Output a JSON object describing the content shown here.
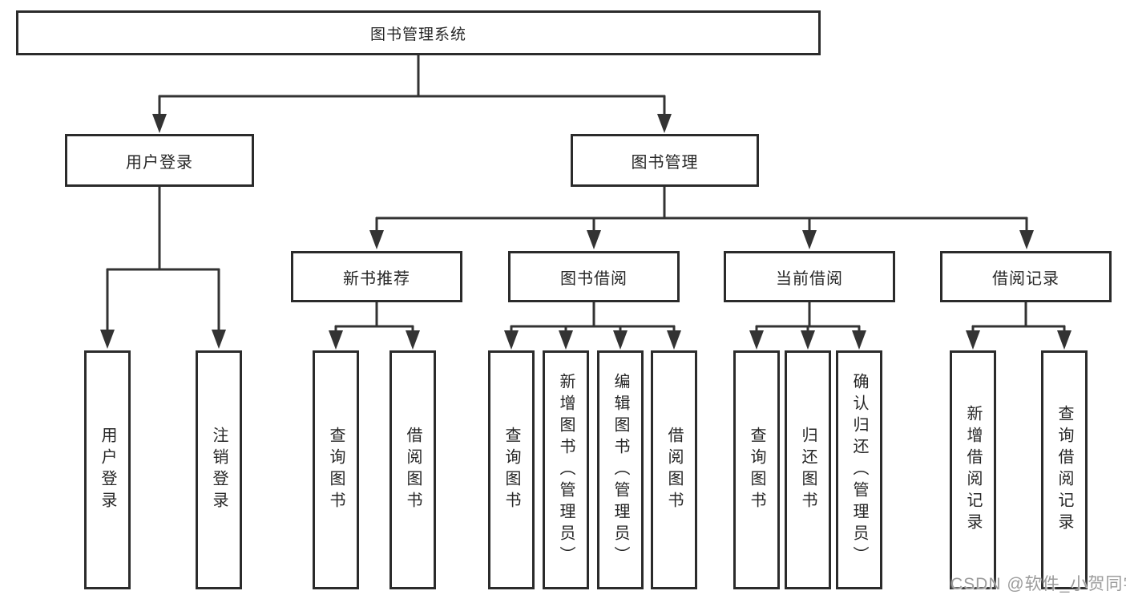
{
  "colors": {
    "background": "#ffffff",
    "line": "#333333",
    "border": "#2b2b2b",
    "text": "#262626",
    "watermark": "#9c9c9c"
  },
  "watermark": "CSDN @软件_小贺同学",
  "tree": {
    "label": "图书管理系统",
    "children": [
      {
        "label": "用户登录",
        "children": [
          {
            "label": "用户登录"
          },
          {
            "label": "注销登录"
          }
        ]
      },
      {
        "label": "图书管理",
        "children": [
          {
            "label": "新书推荐",
            "children": [
              {
                "label": "查询图书"
              },
              {
                "label": "借阅图书"
              }
            ]
          },
          {
            "label": "图书借阅",
            "children": [
              {
                "label": "查询图书"
              },
              {
                "label": "新增图书（管理员）"
              },
              {
                "label": "编辑图书（管理员）"
              },
              {
                "label": "借阅图书"
              }
            ]
          },
          {
            "label": "当前借阅",
            "children": [
              {
                "label": "查询图书"
              },
              {
                "label": "归还图书"
              },
              {
                "label": "确认归还（管理员）"
              }
            ]
          },
          {
            "label": "借阅记录",
            "children": [
              {
                "label": "新增借阅记录"
              },
              {
                "label": "查询借阅记录"
              }
            ]
          }
        ]
      }
    ]
  }
}
